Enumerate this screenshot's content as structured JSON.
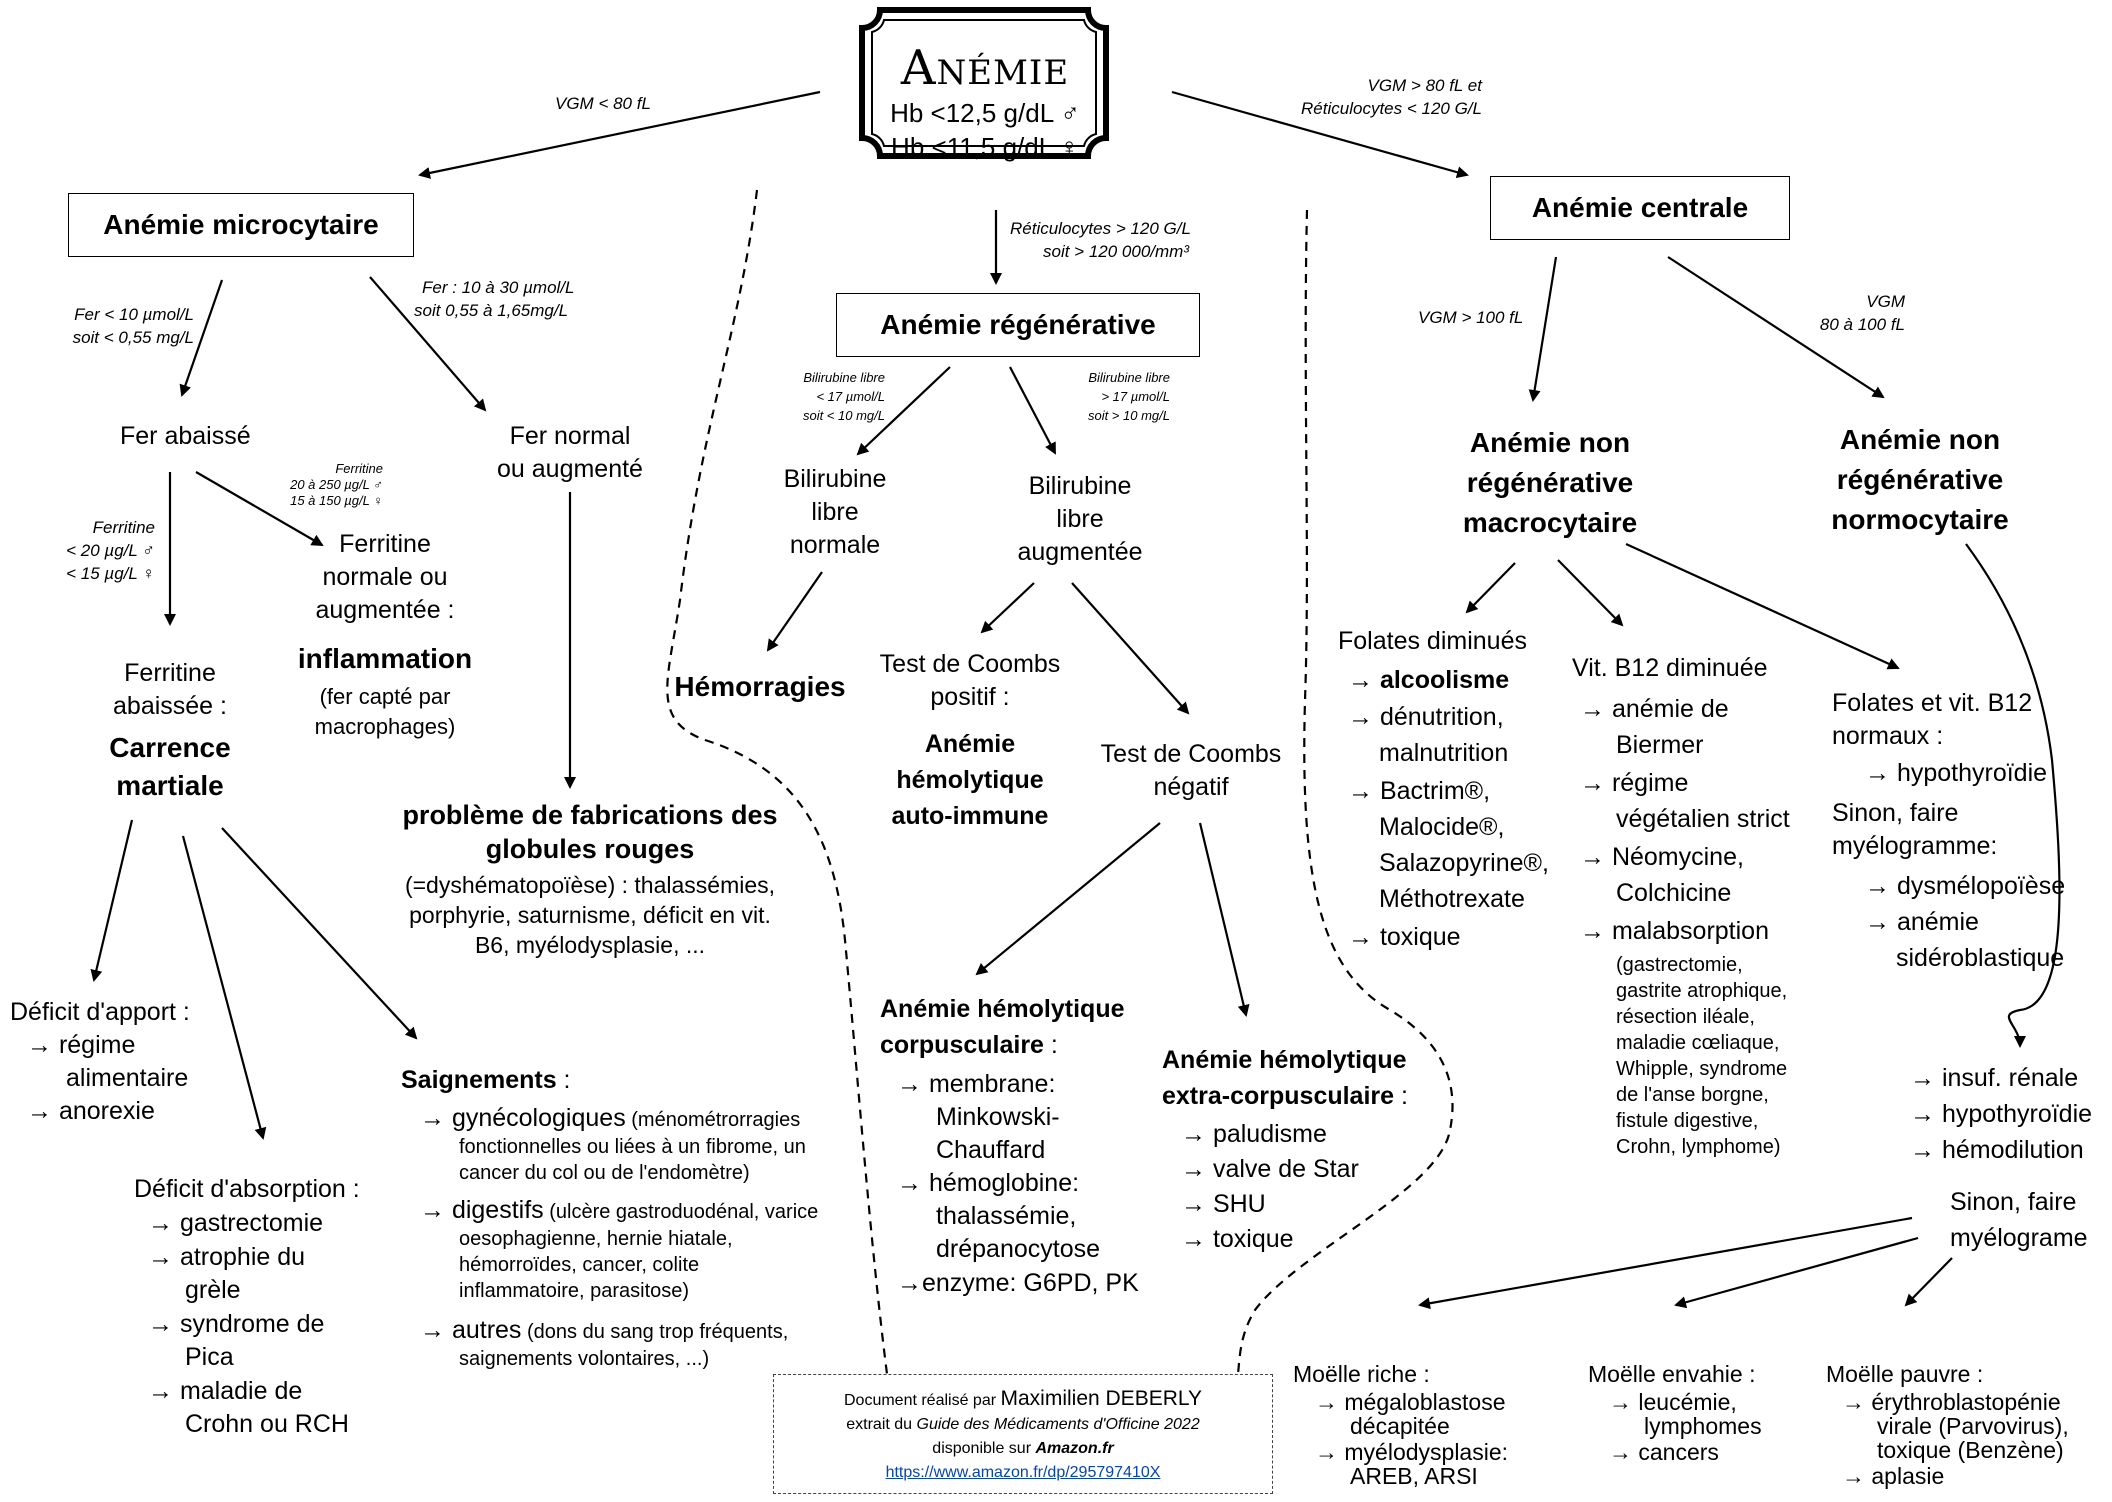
{
  "title": {
    "main": "Anémie",
    "line1": "Hb <12,5 g/dL ♂",
    "line2": "Hb <11,5 g/dL ♀"
  },
  "edges": {
    "vgm_lt_80": "VGM < 80 fL",
    "vgm_gt_80_l1": "VGM > 80 fL et",
    "vgm_gt_80_l2": "Réticulocytes < 120 G/L",
    "reti_l1": "Réticulocytes > 120 G/L",
    "reti_l2": "soit > 120 000/mm³",
    "fer_low_l1": "Fer < 10 µmol/L",
    "fer_low_l2": "soit < 0,55 mg/L",
    "fer_norm_l1": "Fer : 10 à 30 µmol/L",
    "fer_norm_l2": "soit 0,55 à 1,65mg/L",
    "ferr_low_l1": "Ferritine",
    "ferr_low_l2": "< 20 µg/L ♂",
    "ferr_low_l3": "< 15 µg/L ♀",
    "ferr_norm_l1": "Ferritine",
    "ferr_norm_l2": "20 à 250  µg/L ♂",
    "ferr_norm_l3": "15 à 150  µg/L ♀",
    "bili_low_l1": "Bilirubine libre",
    "bili_low_l2": "< 17 µmol/L",
    "bili_low_l3": "soit < 10 mg/L",
    "bili_high_l1": "Bilirubine libre",
    "bili_high_l2": "> 17 µmol/L",
    "bili_high_l3": "soit > 10 mg/L",
    "vgm_gt_100": "VGM > 100 fL",
    "vgm_80_100_l1": "VGM",
    "vgm_80_100_l2": "80 à 100 fL"
  },
  "boxes": {
    "microcytaire": "Anémie microcytaire",
    "regenerative": "Anémie régénérative",
    "centrale": "Anémie centrale"
  },
  "nodes": {
    "fer_abaisse": "Fer abaissé",
    "fer_normal_l1": "Fer normal",
    "fer_normal_l2": "ou augmenté",
    "ferritine_abaissee_l1": "Ferritine",
    "ferritine_abaissee_l2": "abaissée :",
    "carence_l1": "Carrence",
    "carence_l2": "martiale",
    "ferritine_norm_l1": "Ferritine",
    "ferritine_norm_l2": "normale ou",
    "ferritine_norm_l3": "augmentée :",
    "inflammation": "inflammation",
    "inflammation_note_l1": "(fer capté par",
    "inflammation_note_l2": "macrophages)",
    "probleme_l1": "problème de fabrications des",
    "probleme_l2": "globules rouges",
    "probleme_det_l1": "(=dyshématopoïèse) : thalassémies,",
    "probleme_det_l2": "porphyrie, saturnisme, déficit en vit.",
    "probleme_det_l3": "B6, myélodysplasie, ...",
    "deficit_apport": "Déficit d'apport :",
    "apport_1_l1": "→ régime",
    "apport_1_l2": "alimentaire",
    "apport_2": "→ anorexie",
    "deficit_absorption": "Déficit d'absorption :",
    "abs_1": "→ gastrectomie",
    "abs_2_l1": "→ atrophie du",
    "abs_2_l2": "grèle",
    "abs_3_l1": "→ syndrome de",
    "abs_3_l2": "Pica",
    "abs_4_l1": "→ maladie de",
    "abs_4_l2": "Crohn ou RCH",
    "saignements": "Saignements",
    "saign_sep": " :",
    "saign_1": "→ gynécologiques",
    "saign_1_note_l1": " (ménométrorragies",
    "saign_1_note_l2": "fonctionnelles ou liées à un fibrome, un",
    "saign_1_note_l3": "cancer du col ou de l'endomètre)",
    "saign_2": "→ digestifs",
    "saign_2_note_l1": " (ulcère gastroduodénal, varice",
    "saign_2_note_l2": "oesophagienne, hernie hiatale,",
    "saign_2_note_l3": "hémorroïdes, cancer, colite",
    "saign_2_note_l4": "inflammatoire, parasitose)",
    "saign_3": "→ autres",
    "saign_3_note_l1": " (dons du sang trop fréquents,",
    "saign_3_note_l2": "saignements volontaires, ...)",
    "hemorragies": "Hémorragies",
    "bili_normale_l1": "Bilirubine",
    "bili_normale_l2": "libre",
    "bili_normale_l3": "normale",
    "bili_aug_l1": "Bilirubine",
    "bili_aug_l2": "libre",
    "bili_aug_l3": "augmentée",
    "coombs_pos_l1": "Test de Coombs",
    "coombs_pos_l2": "positif :",
    "aha_l1": "Anémie",
    "aha_l2": "hémolytique",
    "aha_l3": "auto-immune",
    "coombs_neg_l1": "Test de Coombs",
    "coombs_neg_l2": "négatif",
    "corpus_l1": "Anémie hémolytique",
    "corpus_l2": "corpusculaire",
    "corpus_sep": " :",
    "corpus_1_l1": "→ membrane:",
    "corpus_1_l2": "Minkowski-",
    "corpus_1_l3": "Chauffard",
    "corpus_2_l1": "→ hémoglobine:",
    "corpus_2_l2": "thalassémie,",
    "corpus_2_l3": "drépanocytose",
    "corpus_3": "→enzyme: G6PD, PK",
    "extra_l1": "Anémie hémolytique",
    "extra_l2": "extra-corpusculaire",
    "extra_sep": " :",
    "extra_1": "→ paludisme",
    "extra_2": "→ valve de Star",
    "extra_3": "→ SHU",
    "extra_4": "→ toxique",
    "macro_l1": "Anémie non",
    "macro_l2": "régénérative",
    "macro_l3": "macrocytaire",
    "normo_l1": "Anémie non",
    "normo_l2": "régénérative",
    "normo_l3": "normocytaire",
    "folates_dim": "Folates diminués",
    "fol_1": "→ alcoolisme",
    "fol_2_l1": "→ dénutrition,",
    "fol_2_l2": "malnutrition",
    "fol_3_l1": "→ Bactrim®,",
    "fol_3_l2": "Malocide®,",
    "fol_3_l3": "Salazopyrine®,",
    "fol_3_l4": "Méthotrexate",
    "fol_4": "→ toxique",
    "b12_dim": "Vit. B12 diminuée",
    "b12_1_l1": "→ anémie de",
    "b12_1_l2": "Biermer",
    "b12_2_l1": "→ régime",
    "b12_2_l2": "végétalien strict",
    "b12_3_l1": "→ Néomycine,",
    "b12_3_l2": "Colchicine",
    "b12_4": "→ malabsorption",
    "b12_4_note": [
      "(gastrectomie,",
      "gastrite atrophique,",
      "résection iléale,",
      "maladie cœliaque,",
      "Whipple, syndrome",
      "de l'anse borgne,",
      "fistule digestive,",
      "Crohn, lymphome)"
    ],
    "fol_b12_norm_l1": "Folates et vit. B12",
    "fol_b12_norm_l2": "normaux :",
    "norm_1": "→ hypothyroïdie",
    "sinon_1_l1": "Sinon, faire",
    "sinon_1_l2": "myélogramme:",
    "myelo_1": "→ dysmélopoïèse",
    "myelo_2_l1": "→ anémie",
    "myelo_2_l2": "sidéroblastique",
    "normo_1": "→ insuf. rénale",
    "normo_2": "→ hypothyroïdie",
    "normo_3": "→ hémodilution",
    "sinon_2_l1": "Sinon, faire",
    "sinon_2_l2": "myélograme",
    "moelle_riche": "Moëlle riche :",
    "riche_1_l1": "→ mégaloblastose",
    "riche_1_l2": "décapitée",
    "riche_2_l1": "→ myélodysplasie:",
    "riche_2_l2": "AREB, ARSI",
    "moelle_envahie": "Moëlle envahie :",
    "env_1_l1": "→ leucémie,",
    "env_1_l2": "lymphomes",
    "env_2": "→ cancers",
    "moelle_pauvre": "Moëlle pauvre :",
    "pau_1_l1": "→ érythroblastopénie",
    "pau_1_l2": "virale (Parvovirus),",
    "pau_1_l3": "toxique (Benzène)",
    "pau_2": "→ aplasie"
  },
  "credit": {
    "l1_prefix": "Document réalisé par ",
    "author": "Maximilien DEBERLY",
    "l2_prefix": "extrait du ",
    "book": "Guide des Médicaments d'Officine 2022",
    "l3_prefix": "disponible sur ",
    "store": "Amazon.fr",
    "url": "https://www.amazon.fr/dp/295797410X"
  }
}
